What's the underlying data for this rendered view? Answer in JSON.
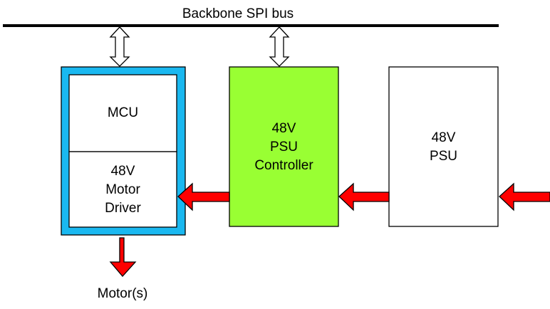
{
  "bus": {
    "label": "Backbone SPI bus"
  },
  "blocks": {
    "mcu": {
      "label": "MCU"
    },
    "motor_driver": {
      "line1": "48V",
      "line2": "Motor",
      "line3": "Driver"
    },
    "psu_controller": {
      "line1": "48V",
      "line2": "PSU",
      "line3": "Controller"
    },
    "psu": {
      "line1": "48V",
      "line2": "PSU"
    }
  },
  "output": {
    "label": "Motor(s)"
  },
  "colors": {
    "mcu_module_frame": "#1ab8f0",
    "psu_controller_fill": "#99ff33",
    "power_arrow": "#ff0000",
    "box_fill": "#ffffff",
    "line": "#000000"
  }
}
